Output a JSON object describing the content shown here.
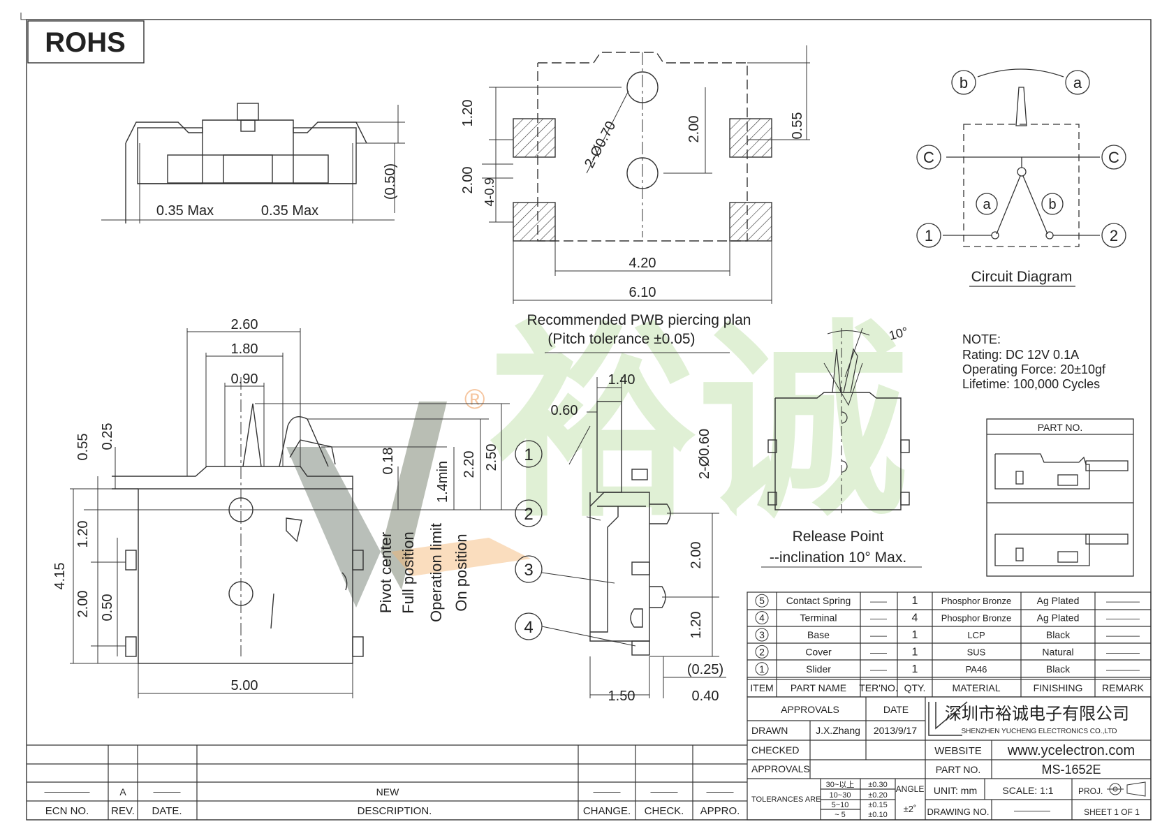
{
  "rohs": "ROHS",
  "registered_mark": "®",
  "watermark_text": "裕诚",
  "side_view": {
    "dims": [
      "0.35 Max",
      "0.35 Max",
      "(0.50)"
    ]
  },
  "pwb_plan": {
    "dims": [
      "1.20",
      "2.00",
      "4-0.9",
      "2-Ø0.70",
      "2.00",
      "0.55",
      "4.20",
      "6.10"
    ],
    "caption_line1": "Recommended PWB piercing plan",
    "caption_line2": "(Pitch tolerance ±0.05)"
  },
  "circuit": {
    "terminals": [
      "b",
      "a",
      "C",
      "C",
      "a",
      "b",
      "1",
      "2"
    ],
    "caption": "Circuit Diagram"
  },
  "note": {
    "title": "NOTE:",
    "lines": [
      "Rating: DC 12V 0.1A",
      "Operating Force: 20±10gf",
      "Lifetime:   100,000 Cycles"
    ]
  },
  "front_view": {
    "dims": [
      "2.60",
      "1.80",
      "0.90",
      "0.55",
      "0.25",
      "0.18",
      "1.4min",
      "2.20",
      "2.50",
      "1.20",
      "4.15",
      "2.00",
      "0.50",
      "5.00"
    ],
    "positions": [
      "Pivot center",
      "Full position",
      "Operation limit",
      "On position"
    ]
  },
  "section_view": {
    "dims": [
      "1.40",
      "0.60",
      "2-Ø0.60",
      "2.00",
      "1.20",
      "(0.25)",
      "1.50",
      "0.40"
    ],
    "callouts": [
      "1",
      "2",
      "3",
      "4"
    ]
  },
  "release": {
    "angle": "10°",
    "caption_line1": "Release Point",
    "caption_line2": "--inclination 10° Max."
  },
  "part_box": {
    "title": "PART NO."
  },
  "bom": {
    "headers": [
      "ITEM",
      "PART NAME",
      "TER'NO.",
      "QTY.",
      "MATERIAL",
      "FINISHING",
      "REMARK"
    ],
    "rows": [
      {
        "item": "5",
        "name": "Contact Spring",
        "ter": "——",
        "qty": "1",
        "material": "Phosphor Bronze",
        "finish": "Ag Plated",
        "remark": "————"
      },
      {
        "item": "4",
        "name": "Terminal",
        "ter": "——",
        "qty": "4",
        "material": "Phosphor Bronze",
        "finish": "Ag Plated",
        "remark": "————"
      },
      {
        "item": "3",
        "name": "Base",
        "ter": "——",
        "qty": "1",
        "material": "LCP",
        "finish": "Black",
        "remark": "————"
      },
      {
        "item": "2",
        "name": "Cover",
        "ter": "——",
        "qty": "1",
        "material": "SUS",
        "finish": "Natural",
        "remark": "————"
      },
      {
        "item": "1",
        "name": "Slider",
        "ter": "——",
        "qty": "1",
        "material": "PA46",
        "finish": "Black",
        "remark": "————"
      }
    ]
  },
  "title_block": {
    "approvals_header": "APPROVALS",
    "date_header": "DATE",
    "drawn_label": "DRAWN",
    "drawn_by": "J.X.Zhang",
    "drawn_date": "2013/9/17",
    "checked_label": "CHECKED",
    "approvals_label": "APPROVALS",
    "tolerances_label": "TOLERANCES ARE",
    "tol_ranges": [
      "30~以上",
      "10~30",
      "5~10",
      "~ 5"
    ],
    "tol_values": [
      "±0.30",
      "±0.20",
      "±0.15",
      "±0.10"
    ],
    "angle_label": "ANGLE",
    "angle_value": "±2˚",
    "company_cn": "深圳市裕诚电子有限公司",
    "company_en": "SHENZHEN YUCHENG ELECTRONICS CO.,LTD",
    "website_label": "WEBSITE",
    "website": "www.ycelectron.com",
    "partno_label": "PART NO.",
    "partno": "MS-1652E",
    "unit": "UNIT: mm",
    "scale": "SCALE:   1:1",
    "proj": "PROJ.",
    "drawing_no_label": "DRAWING NO.",
    "drawing_no": "————",
    "sheet": "SHEET   1  OF  1"
  },
  "revision": {
    "headers": [
      "ECN NO.",
      "REV.",
      "DATE.",
      "DESCRIPTION.",
      "CHANGE.",
      "CHECK.",
      "APPRO."
    ],
    "row": [
      "—————",
      "A",
      "———",
      "NEW",
      "———",
      "———",
      "———"
    ]
  }
}
